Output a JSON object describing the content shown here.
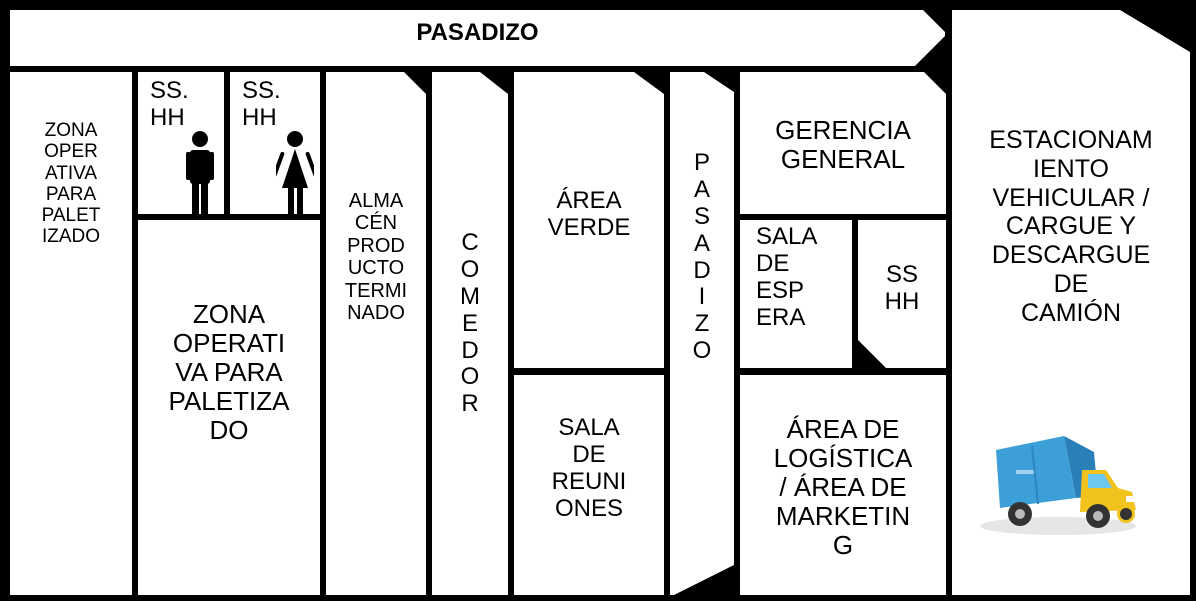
{
  "title": "PASADIZO",
  "rooms": {
    "zona_operativa_small": "ZONA\nOPER\nATIVA\nPARA\nPALET\nIZADO",
    "sshh_men": "SS.\nHH",
    "sshh_women": "SS.\nHH",
    "zona_operativa_large": "ZONA\nOPERATI\nVA PARA\nPALETIZA\nDO",
    "almacen": "ALMA\nCÉN\nPROD\nUCTO\nTERMI\nNADO",
    "comedor": "C\nO\nM\nE\nD\nO\nR",
    "area_verde": "ÁREA\nVERDE",
    "sala_reuniones": "SALA\nDE\nREUNI\nONES",
    "pasadizo_vertical": "P\nA\nS\nA\nD\nI\nZ\nO",
    "gerencia": "GERENCIA\nGENERAL",
    "sala_espera": "SALA\nDE\nESP\nERA",
    "sshh_office": "SS\nHH",
    "logistica": "ÁREA DE\nLOGÍSTICA\n/ ÁREA DE\nMARKETIN\nG",
    "estacionamiento": "ESTACIONAM\nIENTO\nVEHICULAR /\nCARGUE Y\nDESCARGUE\nDE\nCAMIÓN"
  },
  "icons": {
    "man": "man-icon",
    "woman": "woman-icon",
    "truck": "delivery-truck-icon"
  }
}
